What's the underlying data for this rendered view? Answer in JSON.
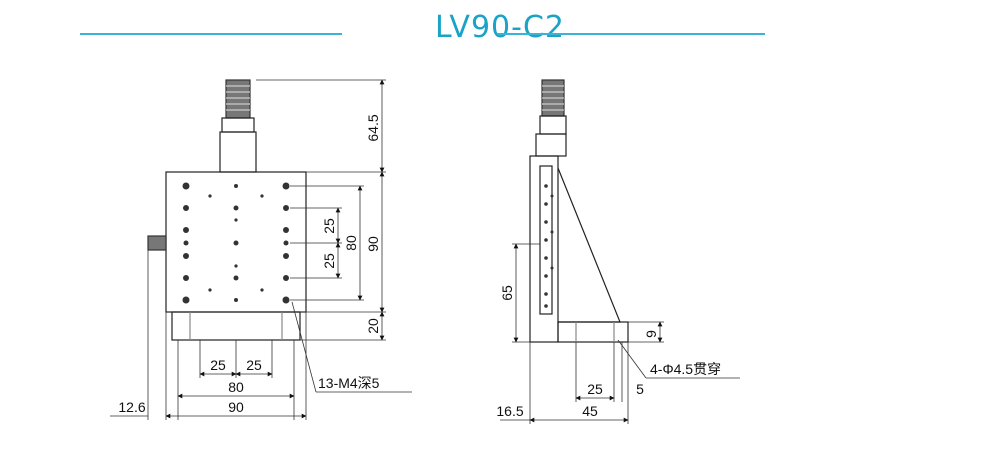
{
  "header": {
    "title": "LV90-C2",
    "accent_color": "#1aa3c8"
  },
  "front_view": {
    "dims": {
      "height_micrometer": "64.5",
      "height_table": "90",
      "hole_spacing_inner": "80",
      "hole_spacing_a": "25",
      "hole_spacing_b": "25",
      "base_height": "20",
      "bottom_left": "25",
      "bottom_right": "25",
      "bottom_80": "80",
      "bottom_90": "90",
      "side_offset": "12.6"
    },
    "callout": "13-M4深5"
  },
  "side_view": {
    "dims": {
      "height_65": "65",
      "foot_9": "9",
      "foot_25": "25",
      "foot_5": "5",
      "bottom_16_5": "16.5",
      "bottom_45": "45"
    },
    "callout": "4-Φ4.5贯穿"
  }
}
